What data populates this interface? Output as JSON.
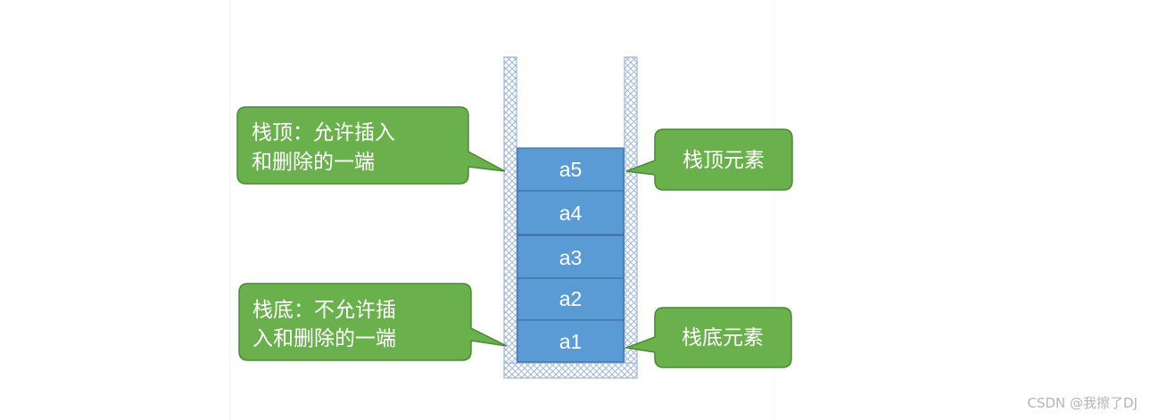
{
  "stack": {
    "elements": [
      "a5",
      "a4",
      "a3",
      "a2",
      "a1"
    ]
  },
  "callouts": {
    "top_desc": {
      "lines": [
        "栈顶：允许插入",
        "和删除的一端"
      ]
    },
    "bottom_desc": {
      "lines": [
        "栈底：不允许插",
        "入和删除的一端"
      ]
    },
    "top_element": "栈顶元素",
    "bottom_element": "栈底元素"
  },
  "colors": {
    "callout_fill": "#6ab04c",
    "callout_stroke": "#4a8a34",
    "element_fill": "#5b9bd5",
    "element_stroke": "#3e6fa6",
    "container_hatch": "#9fb8d6"
  },
  "watermark": "CSDN @我擦了DJ"
}
